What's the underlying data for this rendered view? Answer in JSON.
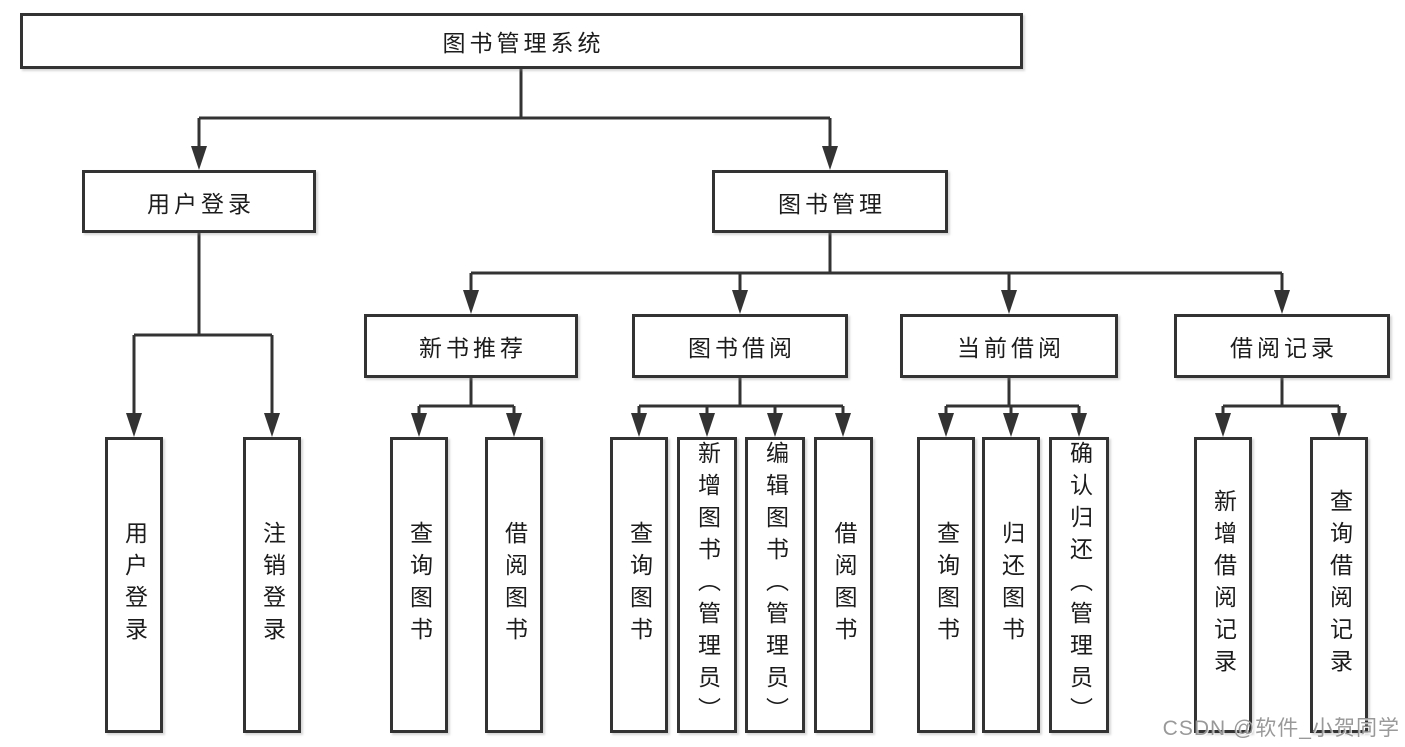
{
  "tree": {
    "label": "图书管理系统",
    "children": [
      {
        "label": "用户登录",
        "children": [
          {
            "label": "用户登录"
          },
          {
            "label": "注销登录"
          }
        ]
      },
      {
        "label": "图书管理",
        "children": [
          {
            "label": "新书推荐",
            "children": [
              {
                "label": "查询图书"
              },
              {
                "label": "借阅图书"
              }
            ]
          },
          {
            "label": "图书借阅",
            "children": [
              {
                "label": "查询图书"
              },
              {
                "label": "新增图书（管理员）"
              },
              {
                "label": "编辑图书（管理员）"
              },
              {
                "label": "借阅图书"
              }
            ]
          },
          {
            "label": "当前借阅",
            "children": [
              {
                "label": "查询图书"
              },
              {
                "label": "归还图书"
              },
              {
                "label": "确认归还（管理员）"
              }
            ]
          },
          {
            "label": "借阅记录",
            "children": [
              {
                "label": "新增借阅记录"
              },
              {
                "label": "查询借阅记录"
              }
            ]
          }
        ]
      }
    ]
  },
  "watermark": {
    "text": "CSDN @软件_小贺同学"
  },
  "colors": {
    "line": "#333333",
    "text": "#1c1c1c",
    "background": "#ffffff"
  }
}
